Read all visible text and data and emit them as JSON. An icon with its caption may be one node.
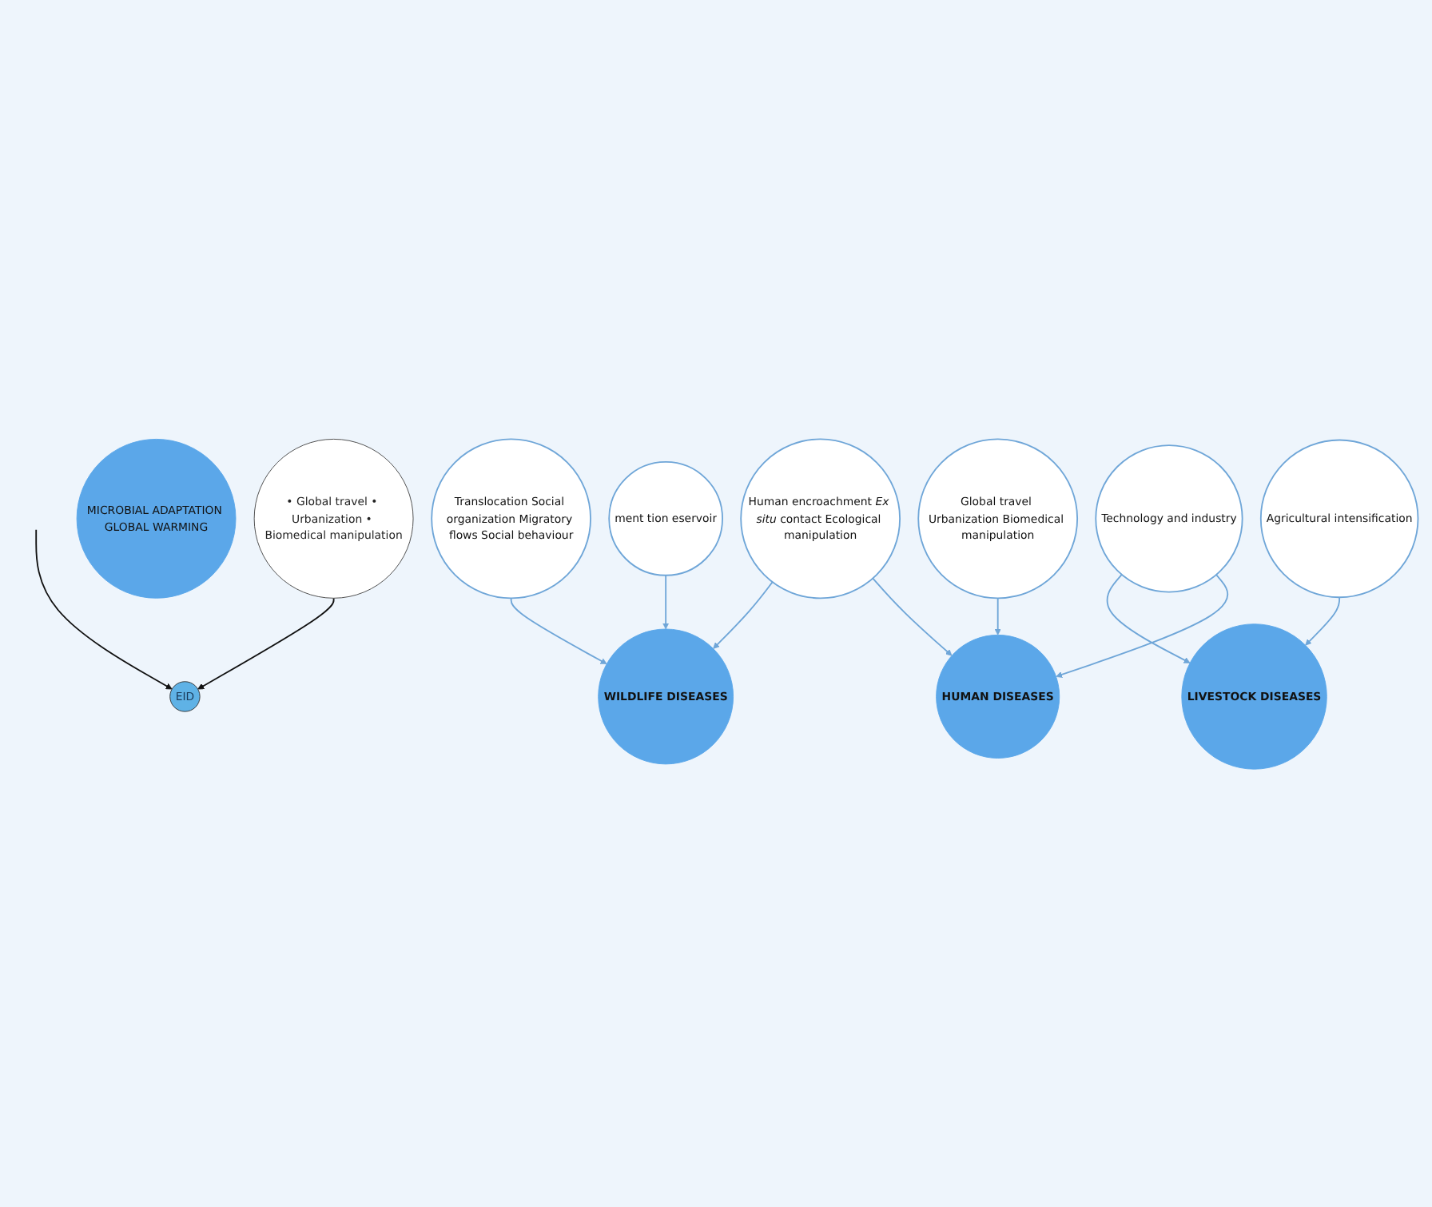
{
  "diagram": {
    "nodes": [
      {
        "text": [
          "EID"
        ]
      },
      {
        "text": [
          "• Global travel • Urbanization • Biomedical manipulation"
        ]
      },
      {
        "text": [
          "WILDLIFE DISEASES"
        ]
      },
      {
        "text": [
          "MICROBIAL ADAPTATION GLOBAL WARMING"
        ]
      },
      {
        "text": [
          "LIVESTOCK DISEASES"
        ]
      },
      {
        "text": [
          "HUMAN DISEASES"
        ]
      },
      {
        "text": [
          "Translocation Social organization Migratory flows Social behaviour"
        ]
      },
      {
        "text": [
          "ment tion eservoir"
        ]
      },
      {
        "text": [
          "Human encroachment *Ex situ* contact Ecological manipulation"
        ]
      },
      {
        "text": [
          "Agricultural intensification"
        ]
      },
      {
        "text": [
          "Technology and industry"
        ]
      },
      {
        "text": [
          "Global travel Urbanization Biomedical manipulation"
        ]
      }
    ],
    "edges": [
      {
        "from": null,
        "to": 0,
        "arrow": "to",
        "color": "#111111"
      },
      {
        "from": 1,
        "to": 0,
        "arrow": "to",
        "color": "#111111"
      },
      {
        "from": 6,
        "to": 2,
        "arrow": "to"
      },
      {
        "from": 7,
        "to": 2,
        "arrow": "to"
      },
      {
        "from": 8,
        "to": 2,
        "arrow": "to"
      },
      {
        "from": 8,
        "to": 5,
        "arrow": "to"
      },
      {
        "from": 9,
        "to": 4,
        "arrow": "to"
      },
      {
        "from": 10,
        "to": 4,
        "arrow": "to"
      },
      {
        "from": 10,
        "to": 5,
        "arrow": "to"
      },
      {
        "from": 11,
        "to": 5,
        "arrow": "to"
      }
    ]
  }
}
